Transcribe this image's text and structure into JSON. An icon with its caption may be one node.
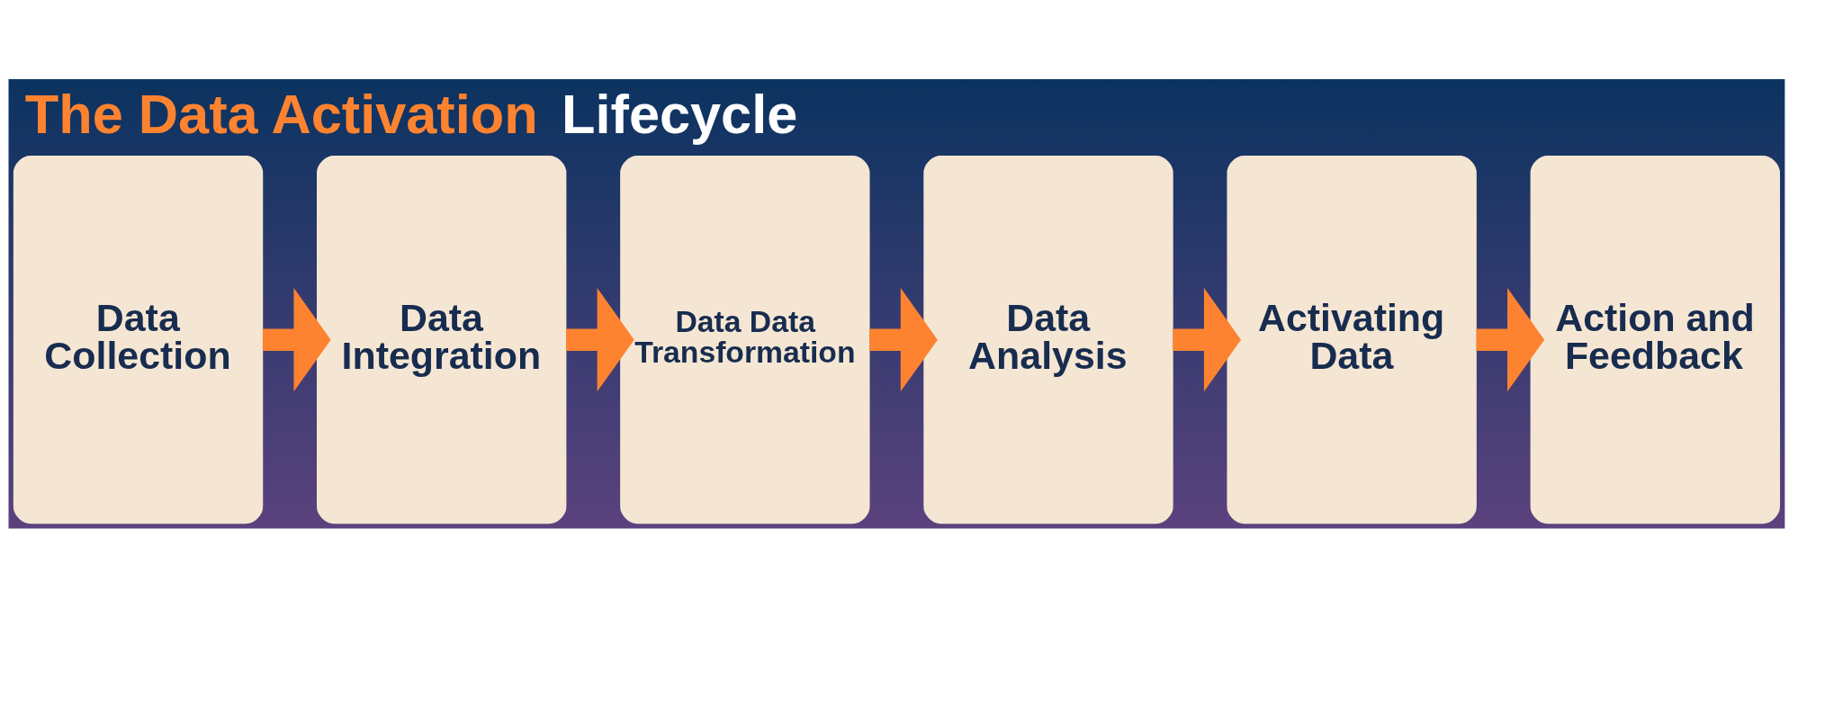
{
  "diagram": {
    "title": "The Data Activation Lifecycle",
    "nodes": [
      {
        "text": [
          "Data Collection"
        ]
      },
      {
        "text": [
          "Data Integration"
        ]
      },
      {
        "text": [
          "Data Data Transformation"
        ]
      },
      {
        "text": [
          "Data Analysis"
        ]
      },
      {
        "text": [
          "Activating Data"
        ]
      },
      {
        "text": [
          "Action and Feedback"
        ]
      }
    ],
    "edges": [
      {
        "from": 0,
        "to": 1,
        "arrow": "to"
      },
      {
        "from": 1,
        "to": 2,
        "arrow": "to"
      },
      {
        "from": 2,
        "to": 3,
        "arrow": "to"
      },
      {
        "from": 3,
        "to": 4,
        "arrow": "to"
      },
      {
        "from": 4,
        "to": 5,
        "arrow": "to"
      }
    ]
  }
}
